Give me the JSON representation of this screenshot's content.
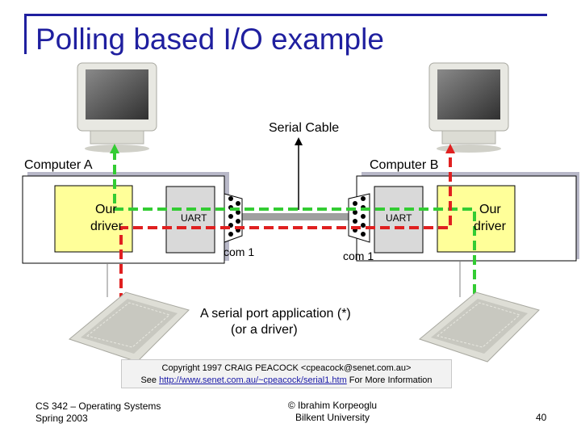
{
  "slide": {
    "title": "Polling based I/O example",
    "serial_cable_label": "Serial Cable",
    "computer_a_label": "Computer A",
    "computer_b_label": "Computer B",
    "driver_a_line1": "Our",
    "driver_a_line2": "driver",
    "driver_b_line1": "Our",
    "driver_b_line2": "driver",
    "uart_a_label": "UART",
    "uart_b_label": "UART",
    "com_a_label": "com 1",
    "com_b_label": "com 1",
    "app_line1": "A serial port application (*)",
    "app_line2": "(or a driver)",
    "copyright_line1": "Copyright 1997 CRAIG PEACOCK <cpeacock@senet.com.au>",
    "copyright_see": "See ",
    "copyright_link": "http://www.senet.com.au/~cpeacock/serial1.htm",
    "copyright_suffix": " For More Information",
    "footer_course": "CS 342 – Operating Systems",
    "footer_term": "Spring 2003",
    "footer_author": "© Ibrahim Korpeoglu",
    "footer_university": "Bilkent University",
    "page_number": "40"
  },
  "colors": {
    "title": "#1f1f9f",
    "driver_fill": "#ffff99",
    "uart_fill": "#d9d9d9",
    "green_path": "#33cc33",
    "red_path": "#e02020"
  },
  "icons": [
    "monitor-icon",
    "keyboard-icon",
    "serial-connector-icon"
  ]
}
